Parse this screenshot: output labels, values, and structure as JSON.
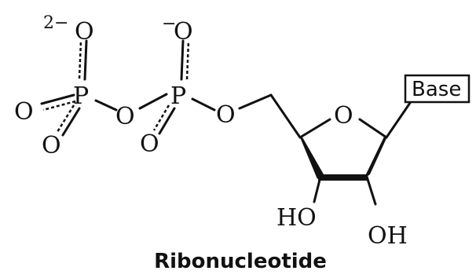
{
  "molecule": {
    "title": "Ribonucleotide",
    "charge_terminal": "2−",
    "charge_bridge": "−",
    "atoms": {
      "o_top_left": "O",
      "o_top_mid": "O",
      "p_left": "P",
      "p_right": "P",
      "o_left": "O",
      "o_bridge": "O",
      "o_ester": "O",
      "o_bottom_left": "O",
      "o_bottom_mid": "O",
      "o_ring": "O",
      "ho_3prime": "HO",
      "oh_2prime": "OH"
    },
    "base_label": "Base",
    "colors": {
      "text": "#111111",
      "highlight_oh": "#cc2222"
    }
  }
}
